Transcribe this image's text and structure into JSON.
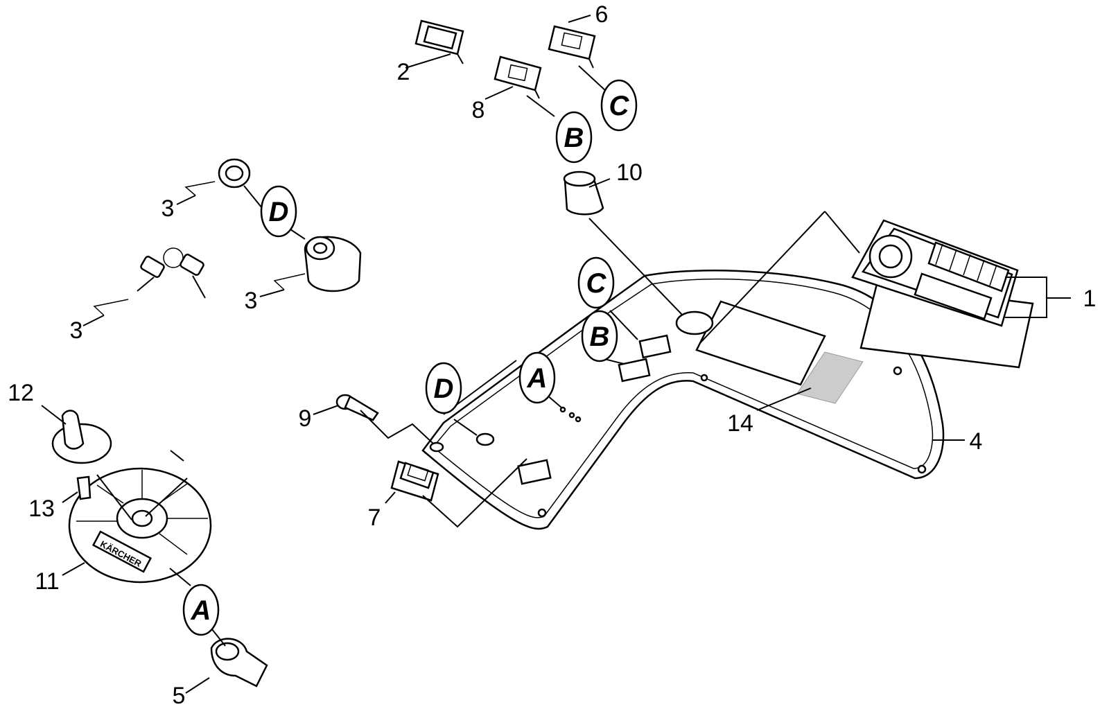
{
  "labels": {
    "l1": "1",
    "l2": "2",
    "l3a": "3",
    "l3b": "3",
    "l3c": "3",
    "l4": "4",
    "l5": "5",
    "l6": "6",
    "l7": "7",
    "l8": "8",
    "l9": "9",
    "l10": "10",
    "l11": "11",
    "l12": "12",
    "l13": "13",
    "l14": "14"
  },
  "refs": {
    "A": "A",
    "B": "B",
    "C": "C",
    "D": "D"
  },
  "brand": "KÄRCHER"
}
